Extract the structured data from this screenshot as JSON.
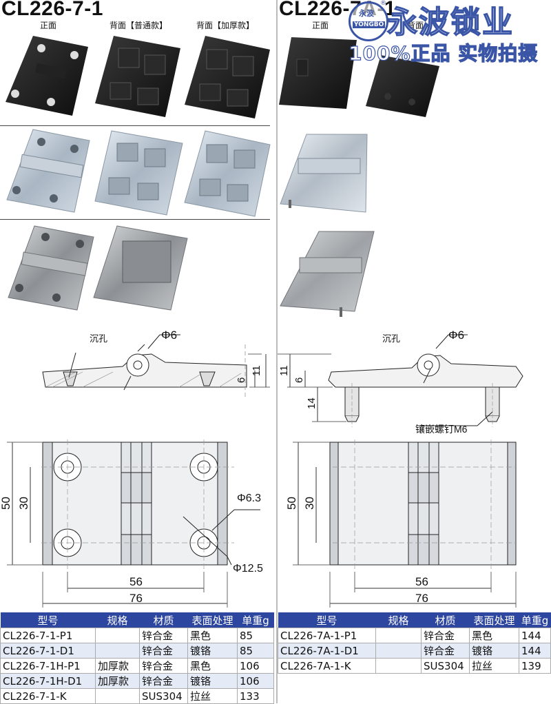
{
  "left": {
    "title": "CL226-7-1",
    "view_labels": [
      "正面",
      "背面【普通款】",
      "背面【加厚款】"
    ],
    "dims": {
      "hole_label": "沉孔",
      "phi6": "Φ6",
      "d11": "11",
      "d6": "6",
      "d50": "50",
      "d30": "30",
      "phi63": "Φ6.3",
      "phi125": "Φ12.5",
      "d56": "56",
      "d76": "76"
    }
  },
  "right": {
    "title": "CL226-7A-1",
    "view_labels": [
      "正面",
      "背面"
    ],
    "dims": {
      "hole_label": "沉孔",
      "phi6": "Φ6",
      "d11": "11",
      "d6": "6",
      "d14": "14",
      "stud": "镶嵌螺钉M6",
      "d50": "50",
      "d30": "30",
      "d56": "56",
      "d76": "76"
    }
  },
  "watermark": {
    "brand": "永波锁业",
    "sub": "100%正品 实物拍摄",
    "logo_top": "永波",
    "logo_bottom": "YONGBO",
    "reg": "®"
  },
  "table_headers": [
    "型号",
    "规格",
    "材质",
    "表面处理",
    "单重g"
  ],
  "left_table": [
    [
      "CL226-7-1-P1",
      "",
      "锌合金",
      "黑色",
      "85"
    ],
    [
      "CL226-7-1-D1",
      "",
      "锌合金",
      "镀铬",
      "85"
    ],
    [
      "CL226-7-1H-P1",
      "加厚款",
      "锌合金",
      "黑色",
      "106"
    ],
    [
      "CL226-7-1H-D1",
      "加厚款",
      "锌合金",
      "镀铬",
      "106"
    ],
    [
      "CL226-7-1-K",
      "",
      "SUS304",
      "拉丝",
      "133"
    ]
  ],
  "right_table": [
    [
      "CL226-7A-1-P1",
      "",
      "锌合金",
      "黑色",
      "144"
    ],
    [
      "CL226-7A-1-D1",
      "",
      "锌合金",
      "镀铬",
      "144"
    ],
    [
      "CL226-7A-1-K",
      "",
      "SUS304",
      "拉丝",
      "139"
    ]
  ],
  "colors": {
    "header_blue": "#2d46a0",
    "row_alt": "#e4ebf7",
    "watermark": "#3a55a6",
    "black_finish": "#1a1a1a",
    "chrome_finish": "#b9c4cf",
    "steel_finish": "#a3a7ab"
  }
}
